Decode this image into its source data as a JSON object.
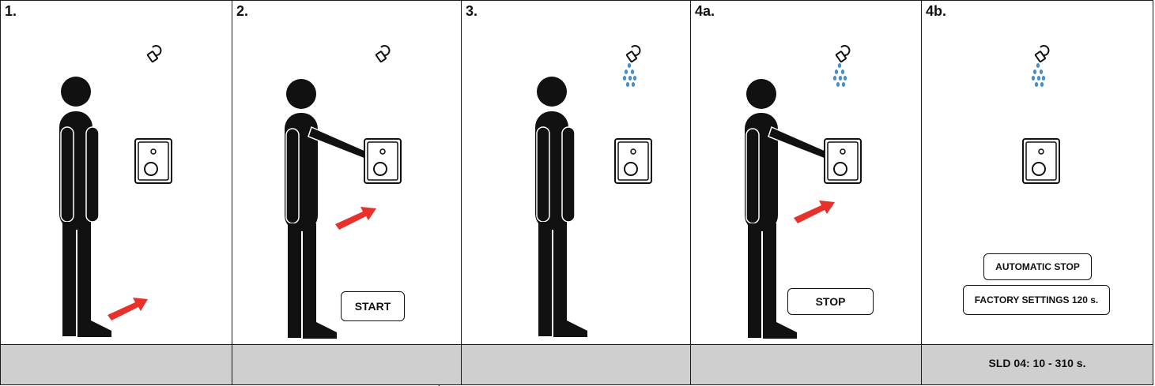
{
  "panels": [
    {
      "label": "1.",
      "footer": "",
      "buttons": []
    },
    {
      "label": "2.",
      "footer": "",
      "buttons": [
        "START"
      ]
    },
    {
      "label": "3.",
      "footer": "",
      "buttons": []
    },
    {
      "label": "4a.",
      "footer": "",
      "buttons": [
        "STOP"
      ]
    },
    {
      "label": "4b.",
      "footer": "SLD 04: 10 - 310 s.",
      "buttons": [
        "AUTOMATIC STOP",
        "FACTORY SETTINGS 120 s."
      ]
    }
  ],
  "colors": {
    "arrow": "#e8312a",
    "water": "#4a90c8",
    "footer": "#cfcfcf",
    "figure": "#111111"
  },
  "icons": [
    "shower-head-icon",
    "water-drops-icon",
    "push-button-panel-icon",
    "direction-arrow-icon"
  ]
}
